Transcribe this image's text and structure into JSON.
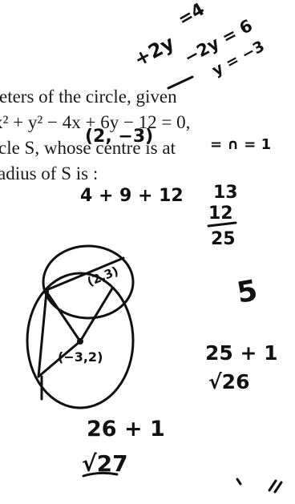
{
  "document": {
    "printed_lines": [
      "eters of the circle, given",
      "x² + y² − 4x + 6y − 12 = 0,",
      "cle S, whose centre is at",
      "adius of S is :"
    ]
  },
  "handwriting": {
    "top_notes": [
      "+2y",
      "=4",
      "−2y = 6",
      "y = −3"
    ],
    "centre_label": "(2, −3)",
    "equals_marks": "= ∩ = 1",
    "sum_line": "4 + 9 + 12",
    "column_sum": [
      "13",
      "12",
      "25"
    ],
    "result": "5",
    "diagram_labels": [
      "(2,3)",
      "(−3,2)"
    ],
    "side_sum_1": "25 + 1",
    "side_root_1": "√26",
    "bottom_sum": "26 + 1",
    "bottom_root": "√27"
  },
  "colors": {
    "ink": "#111111",
    "print": "#1a1a1a",
    "paper": "#ffffff"
  }
}
